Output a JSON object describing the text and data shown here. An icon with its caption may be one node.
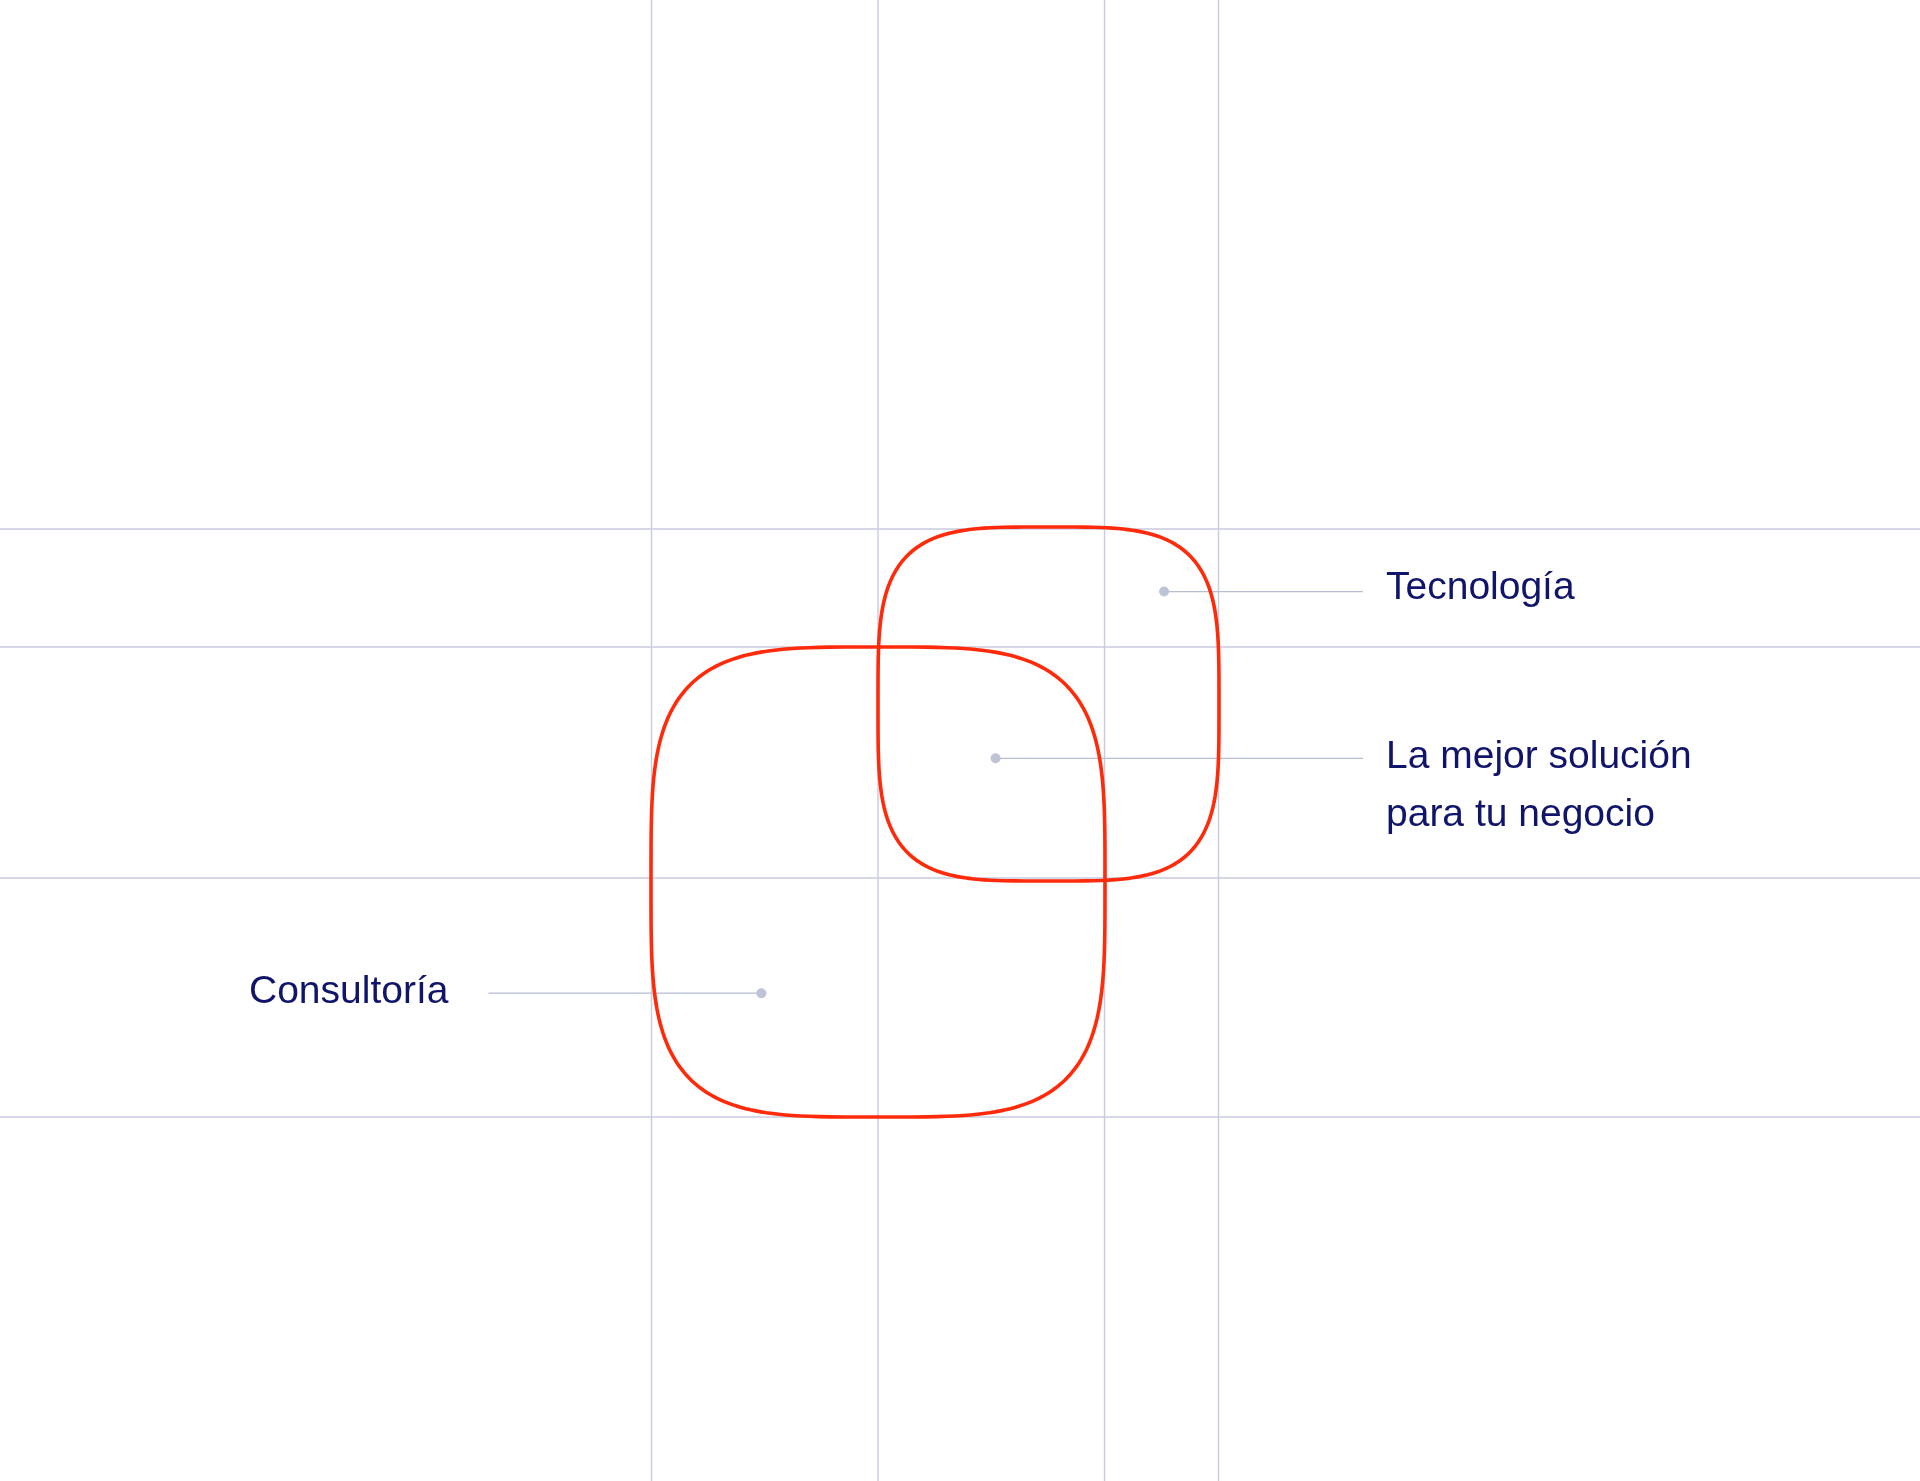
{
  "diagram": {
    "nodes": [
      {
        "text": [
          "Tecnología"
        ]
      },
      {
        "text": [
          "La mejor solución para tu negocio"
        ]
      },
      {
        "text": [
          "Consultoría"
        ]
      },
      {
        "text": [],
        "shape": "box"
      },
      {
        "text": [],
        "shape": "box"
      }
    ],
    "edges": [
      {
        "from": 0,
        "to": 3,
        "arrow": "other"
      },
      {
        "from": 1,
        "to": 3,
        "arrow": "other"
      },
      {
        "from": 2,
        "to": 4,
        "arrow": "other"
      }
    ]
  }
}
